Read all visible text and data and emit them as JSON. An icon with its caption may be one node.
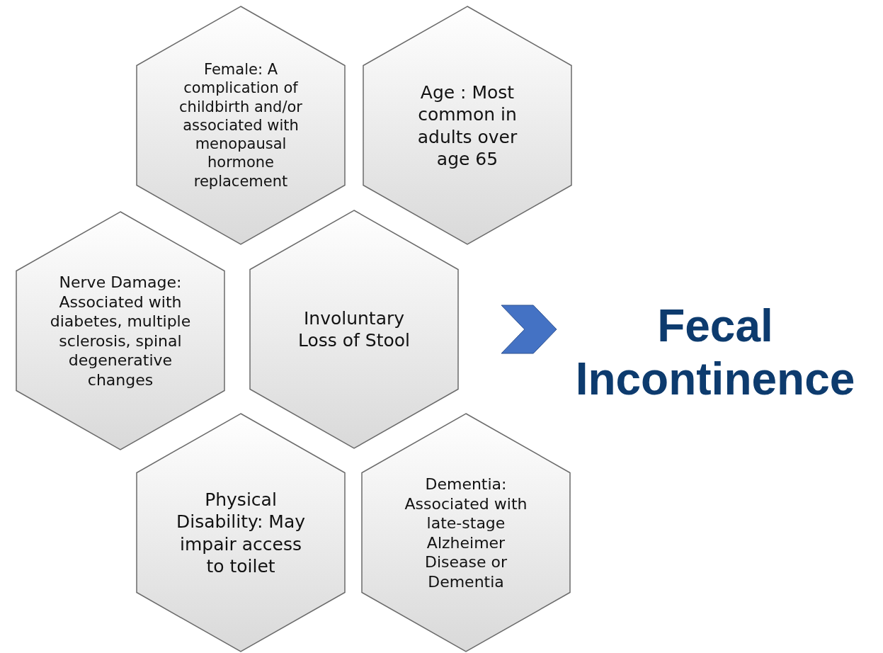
{
  "diagram": {
    "nodes": [
      {
        "text": [
          "Female: A complication of childbirth and/or associated with menopausal hormone replacement"
        ]
      },
      {
        "text": [
          "Age : Most common in adults over age 65"
        ]
      },
      {
        "text": [
          "Nerve Damage: Associated with diabetes, multiple sclerosis, spinal degenerative changes"
        ]
      },
      {
        "text": [
          "Involuntary Loss of Stool"
        ]
      },
      {
        "text": [
          "Physical Disability: May impair access to toilet"
        ]
      },
      {
        "text": [
          "Dementia: Associated with late-stage Alzheimer Disease or Dementia"
        ]
      },
      {
        "text": [
          "Fecal Incontinence"
        ]
      }
    ],
    "edges": [
      {
        "from": 3,
        "to": 6,
        "arrow": "to",
        "style": "thick",
        "color": "#4472c4"
      }
    ]
  }
}
